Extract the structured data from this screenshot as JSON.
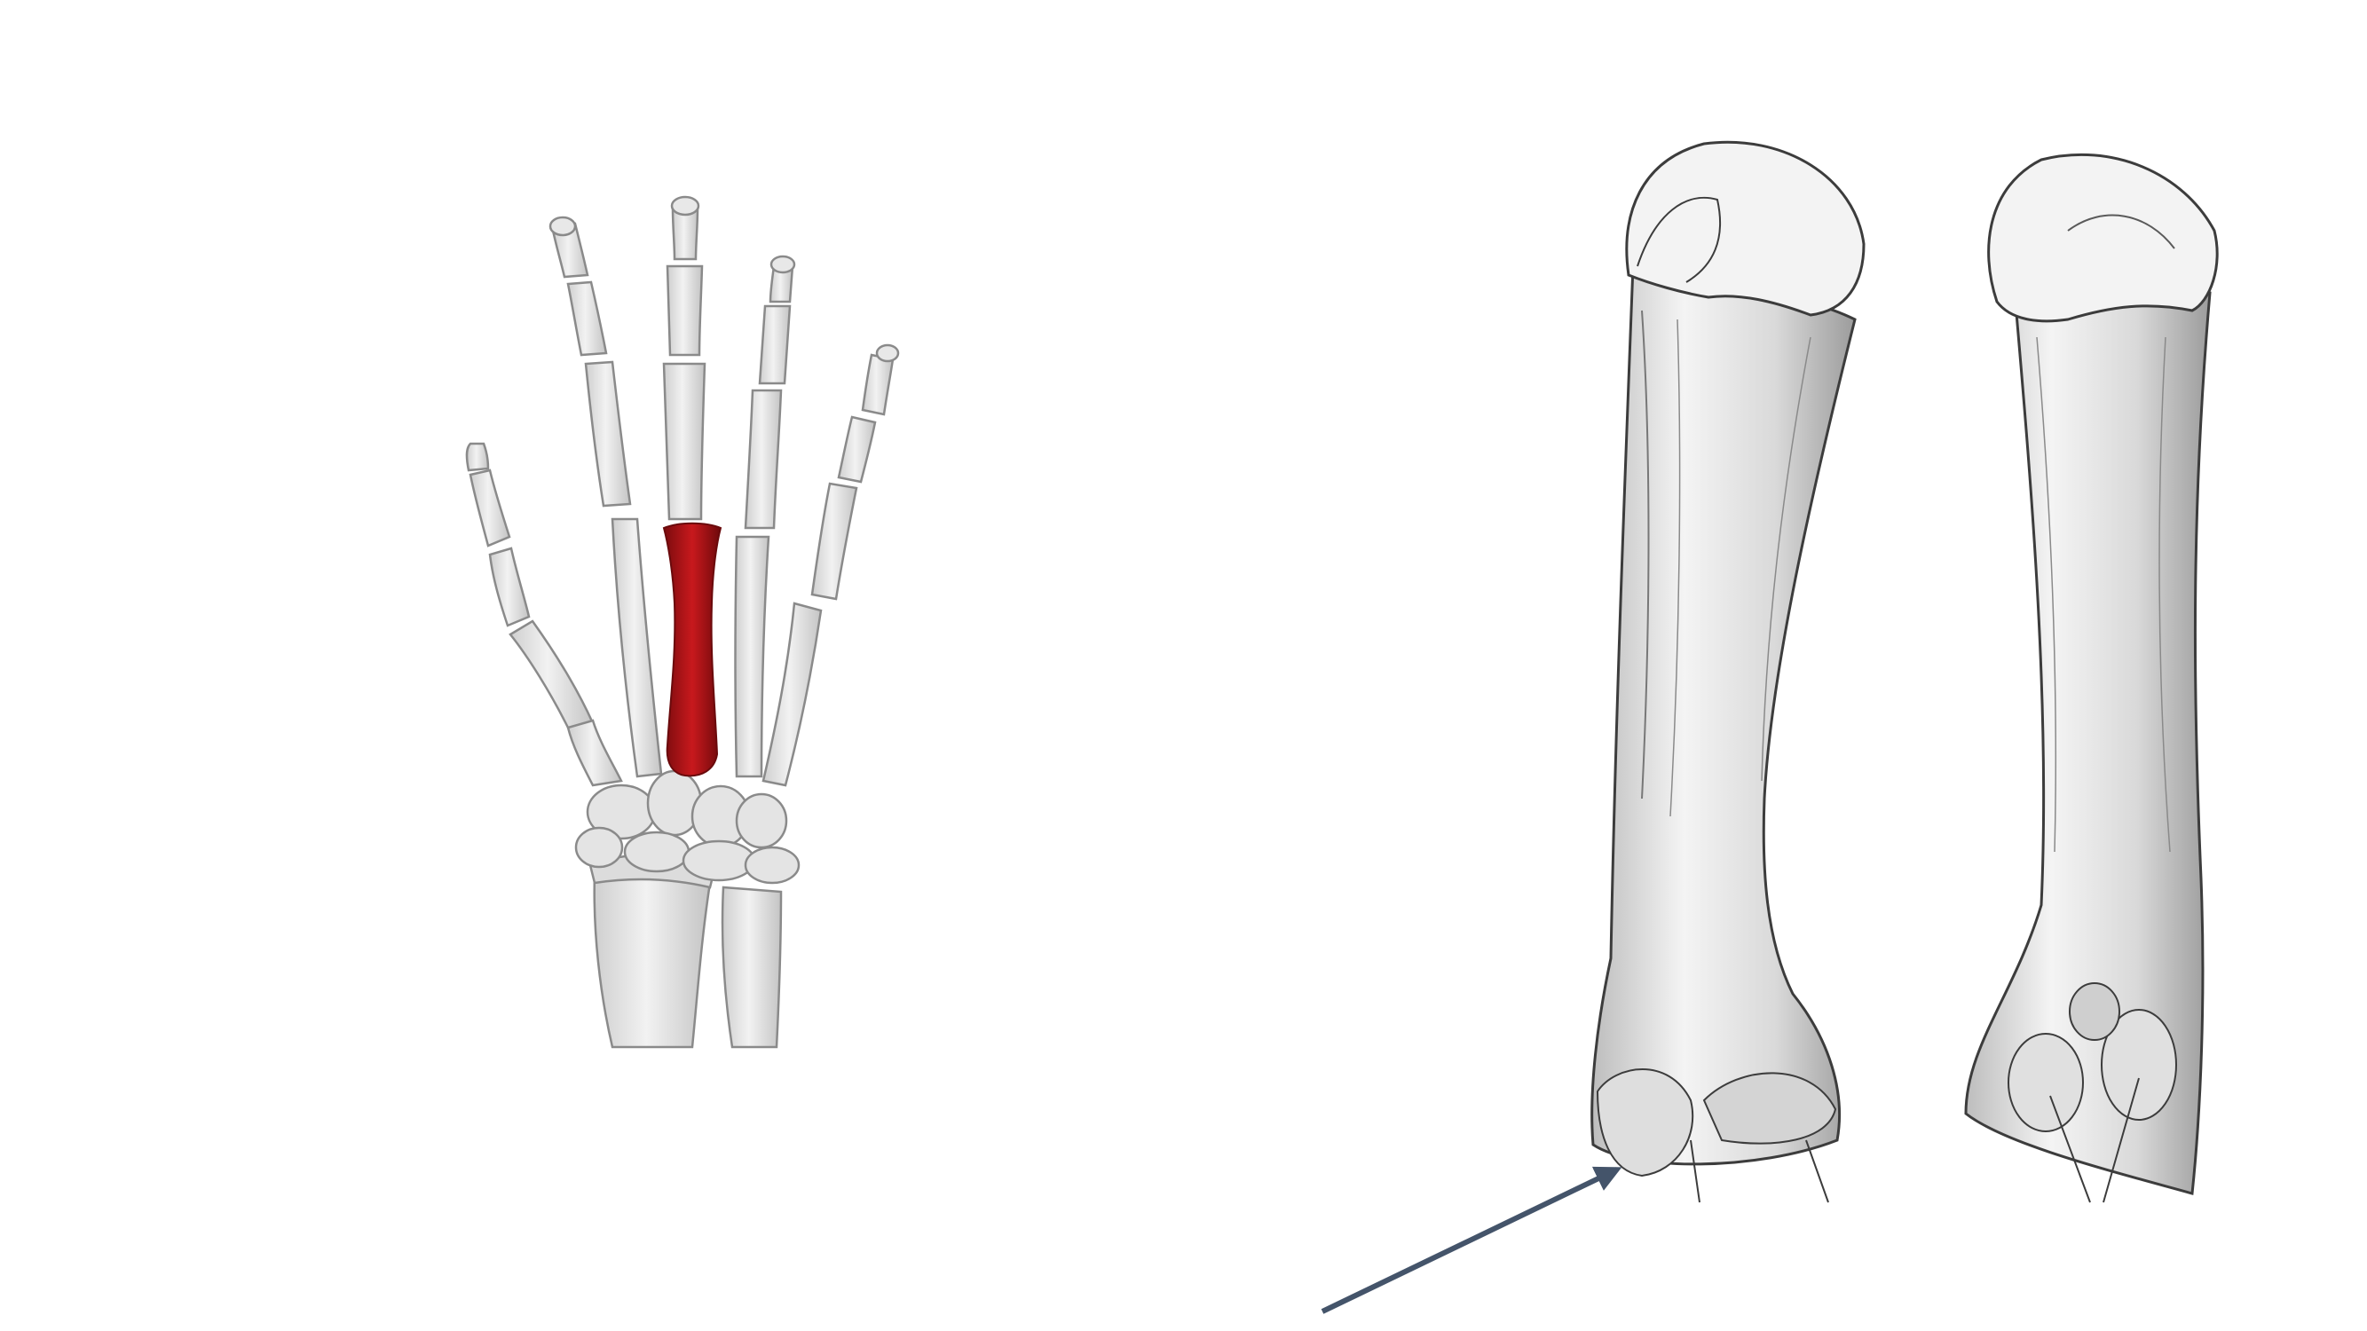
{
  "slide": {
    "background": "#ffffff"
  },
  "hand_figure": {
    "icon": "hand-skeleton-illustration",
    "highlighted_bone": "third-metacarpal",
    "highlight_color": "#b01418",
    "bone_color": "#e6e6e6",
    "outline_color": "#8a8a8a"
  },
  "metacarpal_figure": {
    "icon": "metacarpal-engraving-illustration",
    "views": 2,
    "ink_color": "#3c3c3c",
    "fill_color": "#ececec"
  },
  "arrow": {
    "icon": "pointer-arrow",
    "color": "#44546a"
  }
}
